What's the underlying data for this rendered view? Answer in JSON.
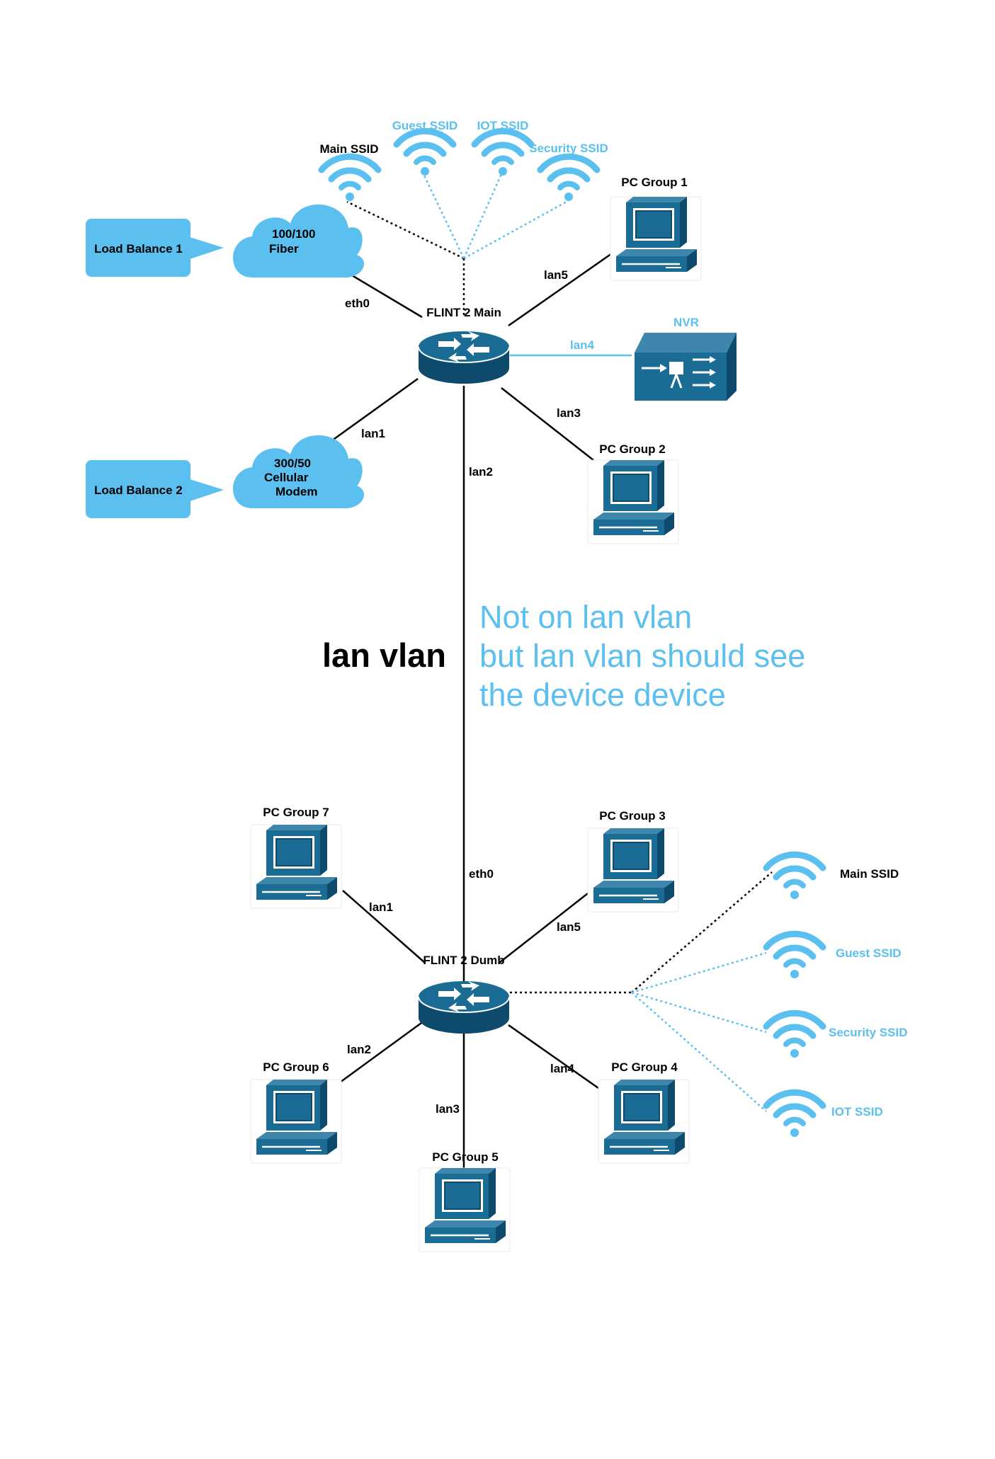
{
  "colors": {
    "blue_accent": "#5bc0ef",
    "device_teal": "#1a6c95",
    "device_dark": "#0d4a6b",
    "line_black": "#000000"
  },
  "main_router": {
    "label": "FLINT 2 Main",
    "icon": "router-icon",
    "links": {
      "eth0": "eth0",
      "lan1": "lan1",
      "lan2": "lan2",
      "lan3": "lan3",
      "lan4": "lan4",
      "lan5": "lan5"
    },
    "ssids": [
      "Main SSID",
      "Guest SSID",
      "IOT SSID",
      "Security SSID"
    ],
    "fiber": {
      "line1": "100/100",
      "line2": "Fiber"
    },
    "cellular": {
      "line1": "300/50",
      "line2": "Cellular",
      "line3": "Modem"
    },
    "load_balance_1": "Load Balance 1",
    "load_balance_2": "Load Balance 2",
    "nvr": "NVR",
    "pc_group_1": "PC Group 1",
    "pc_group_2": "PC Group 2"
  },
  "vlan_label": "lan vlan",
  "note": {
    "line1": "Not on lan vlan",
    "line2": "but lan vlan should see",
    "line3": "the device device"
  },
  "dumb_router": {
    "label": "FLINT 2 Dumb",
    "icon": "router-icon",
    "links": {
      "eth0": "eth0",
      "lan1": "lan1",
      "lan2": "lan2",
      "lan3": "lan3",
      "lan4": "lan4",
      "lan5": "lan5"
    },
    "ssids": [
      "Main SSID",
      "Guest SSID",
      "Security SSID",
      "IOT SSID"
    ],
    "pc_group_3": "PC Group 3",
    "pc_group_4": "PC Group 4",
    "pc_group_5": "PC Group 5",
    "pc_group_6": "PC Group 6",
    "pc_group_7": "PC Group 7"
  }
}
